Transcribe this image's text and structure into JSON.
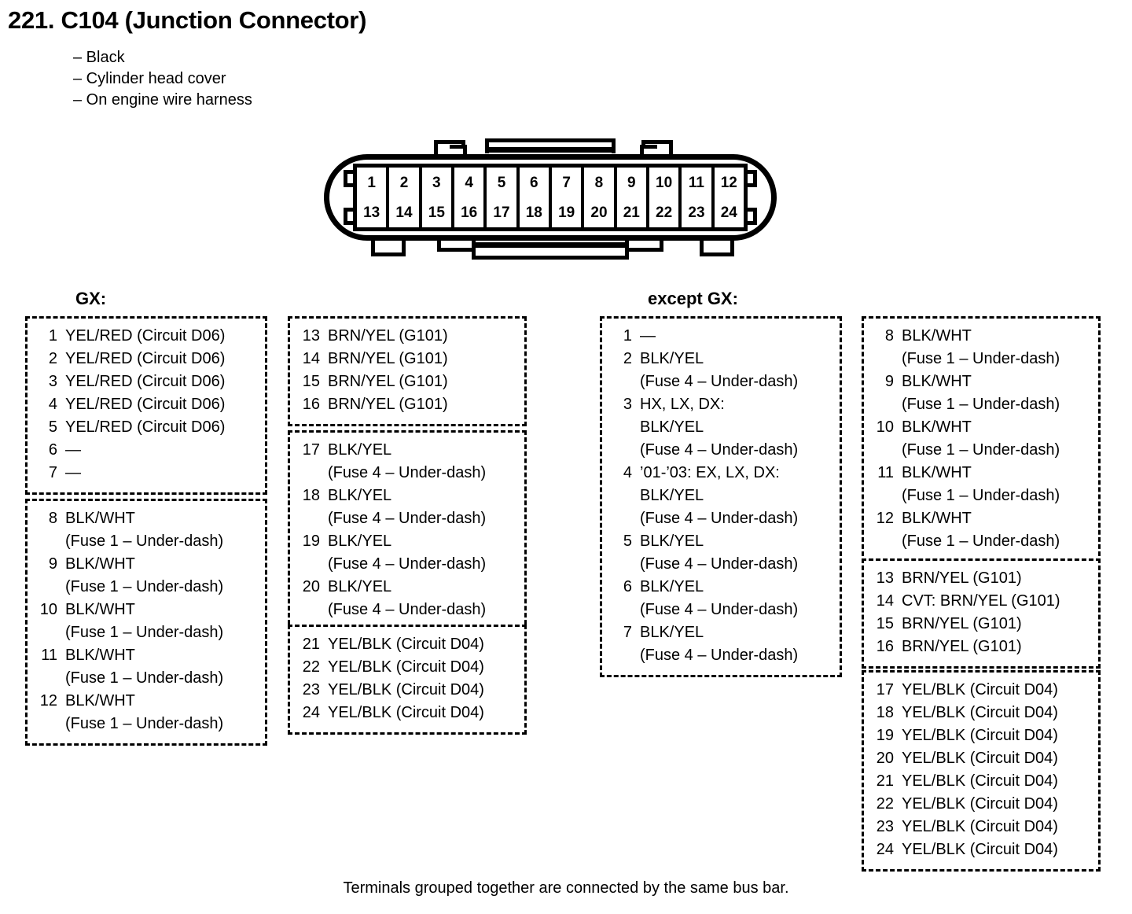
{
  "header": {
    "title": "221. C104 (Junction Connector)",
    "bullets": [
      "– Black",
      "– Cylinder head cover",
      "– On engine wire harness"
    ]
  },
  "connector": {
    "name": "C104",
    "pin_count": 24,
    "row_top": [
      "1",
      "2",
      "3",
      "4",
      "5",
      "6",
      "7",
      "8",
      "9",
      "10",
      "11",
      "12"
    ],
    "row_bottom": [
      "13",
      "14",
      "15",
      "16",
      "17",
      "18",
      "19",
      "20",
      "21",
      "22",
      "23",
      "24"
    ]
  },
  "sections": [
    {
      "heading": "GX:",
      "columns": [
        {
          "boxes": [
            {
              "entries": [
                {
                  "num": "1",
                  "desc": "YEL/RED (Circuit D06)"
                },
                {
                  "num": "2",
                  "desc": "YEL/RED (Circuit D06)"
                },
                {
                  "num": "3",
                  "desc": "YEL/RED (Circuit D06)"
                },
                {
                  "num": "4",
                  "desc": "YEL/RED (Circuit D06)"
                },
                {
                  "num": "5",
                  "desc": "YEL/RED (Circuit D06)"
                },
                {
                  "num": "6",
                  "desc": "—"
                },
                {
                  "num": "7",
                  "desc": "—"
                }
              ]
            },
            {
              "entries": [
                {
                  "num": "8",
                  "desc": "BLK/WHT",
                  "sub": "(Fuse 1 – Under-dash)"
                },
                {
                  "num": "9",
                  "desc": "BLK/WHT",
                  "sub": "(Fuse 1 – Under-dash)"
                },
                {
                  "num": "10",
                  "desc": "BLK/WHT",
                  "sub": "(Fuse 1 – Under-dash)"
                },
                {
                  "num": "11",
                  "desc": "BLK/WHT",
                  "sub": "(Fuse 1 – Under-dash)"
                },
                {
                  "num": "12",
                  "desc": "BLK/WHT",
                  "sub": "(Fuse 1 – Under-dash)"
                }
              ]
            }
          ]
        },
        {
          "boxes": [
            {
              "entries": [
                {
                  "num": "13",
                  "desc": "BRN/YEL (G101)"
                },
                {
                  "num": "14",
                  "desc": "BRN/YEL (G101)"
                },
                {
                  "num": "15",
                  "desc": "BRN/YEL (G101)"
                },
                {
                  "num": "16",
                  "desc": "BRN/YEL (G101)"
                }
              ]
            },
            {
              "entries": [
                {
                  "num": "17",
                  "desc": "BLK/YEL",
                  "sub": "(Fuse 4 – Under-dash)"
                },
                {
                  "num": "18",
                  "desc": "BLK/YEL",
                  "sub": "(Fuse 4 – Under-dash)"
                },
                {
                  "num": "19",
                  "desc": "BLK/YEL",
                  "sub": "(Fuse 4 – Under-dash)"
                },
                {
                  "num": "20",
                  "desc": "BLK/YEL",
                  "sub": "(Fuse 4 – Under-dash)"
                }
              ]
            },
            {
              "entries": [
                {
                  "num": "21",
                  "desc": "YEL/BLK (Circuit D04)"
                },
                {
                  "num": "22",
                  "desc": "YEL/BLK (Circuit D04)"
                },
                {
                  "num": "23",
                  "desc": "YEL/BLK (Circuit D04)"
                },
                {
                  "num": "24",
                  "desc": "YEL/BLK (Circuit D04)"
                }
              ]
            }
          ]
        }
      ]
    },
    {
      "heading": "except GX:",
      "columns": [
        {
          "boxes": [
            {
              "entries": [
                {
                  "num": "1",
                  "desc": "—"
                },
                {
                  "num": "2",
                  "desc": "BLK/YEL",
                  "sub": "(Fuse 4 – Under-dash)"
                },
                {
                  "num": "3",
                  "desc": "HX, LX, DX:",
                  "sub2": "BLK/YEL",
                  "sub": "(Fuse 4 – Under-dash)"
                },
                {
                  "num": "4",
                  "desc": "’01-’03: EX, LX, DX:",
                  "sub2": "BLK/YEL",
                  "sub": "(Fuse 4 – Under-dash)"
                },
                {
                  "num": "5",
                  "desc": "BLK/YEL",
                  "sub": "(Fuse 4 – Under-dash)"
                },
                {
                  "num": "6",
                  "desc": "BLK/YEL",
                  "sub": "(Fuse 4 – Under-dash)"
                },
                {
                  "num": "7",
                  "desc": "BLK/YEL",
                  "sub": "(Fuse 4 – Under-dash)"
                }
              ]
            }
          ]
        },
        {
          "boxes": [
            {
              "entries": [
                {
                  "num": "8",
                  "desc": "BLK/WHT",
                  "sub": "(Fuse 1 – Under-dash)"
                },
                {
                  "num": "9",
                  "desc": "BLK/WHT",
                  "sub": "(Fuse 1 – Under-dash)"
                },
                {
                  "num": "10",
                  "desc": "BLK/WHT",
                  "sub": "(Fuse 1 – Under-dash)"
                },
                {
                  "num": "11",
                  "desc": "BLK/WHT",
                  "sub": "(Fuse 1 – Under-dash)"
                },
                {
                  "num": "12",
                  "desc": "BLK/WHT",
                  "sub": "(Fuse 1 – Under-dash)"
                }
              ]
            },
            {
              "entries": [
                {
                  "num": "13",
                  "desc": "BRN/YEL (G101)"
                },
                {
                  "num": "14",
                  "desc": "CVT: BRN/YEL (G101)"
                },
                {
                  "num": "15",
                  "desc": "BRN/YEL (G101)"
                },
                {
                  "num": "16",
                  "desc": "BRN/YEL (G101)"
                }
              ]
            },
            {
              "entries": [
                {
                  "num": "17",
                  "desc": "YEL/BLK (Circuit D04)"
                },
                {
                  "num": "18",
                  "desc": "YEL/BLK (Circuit D04)"
                },
                {
                  "num": "19",
                  "desc": "YEL/BLK (Circuit D04)"
                },
                {
                  "num": "20",
                  "desc": "YEL/BLK (Circuit D04)"
                },
                {
                  "num": "21",
                  "desc": "YEL/BLK (Circuit D04)"
                },
                {
                  "num": "22",
                  "desc": "YEL/BLK (Circuit D04)"
                },
                {
                  "num": "23",
                  "desc": "YEL/BLK (Circuit D04)"
                },
                {
                  "num": "24",
                  "desc": "YEL/BLK (Circuit D04)"
                }
              ]
            }
          ]
        }
      ]
    }
  ],
  "footer": {
    "note": "Terminals grouped together are connected by the same bus bar."
  },
  "colors": {
    "ink": "#000000",
    "paper": "#ffffff"
  }
}
